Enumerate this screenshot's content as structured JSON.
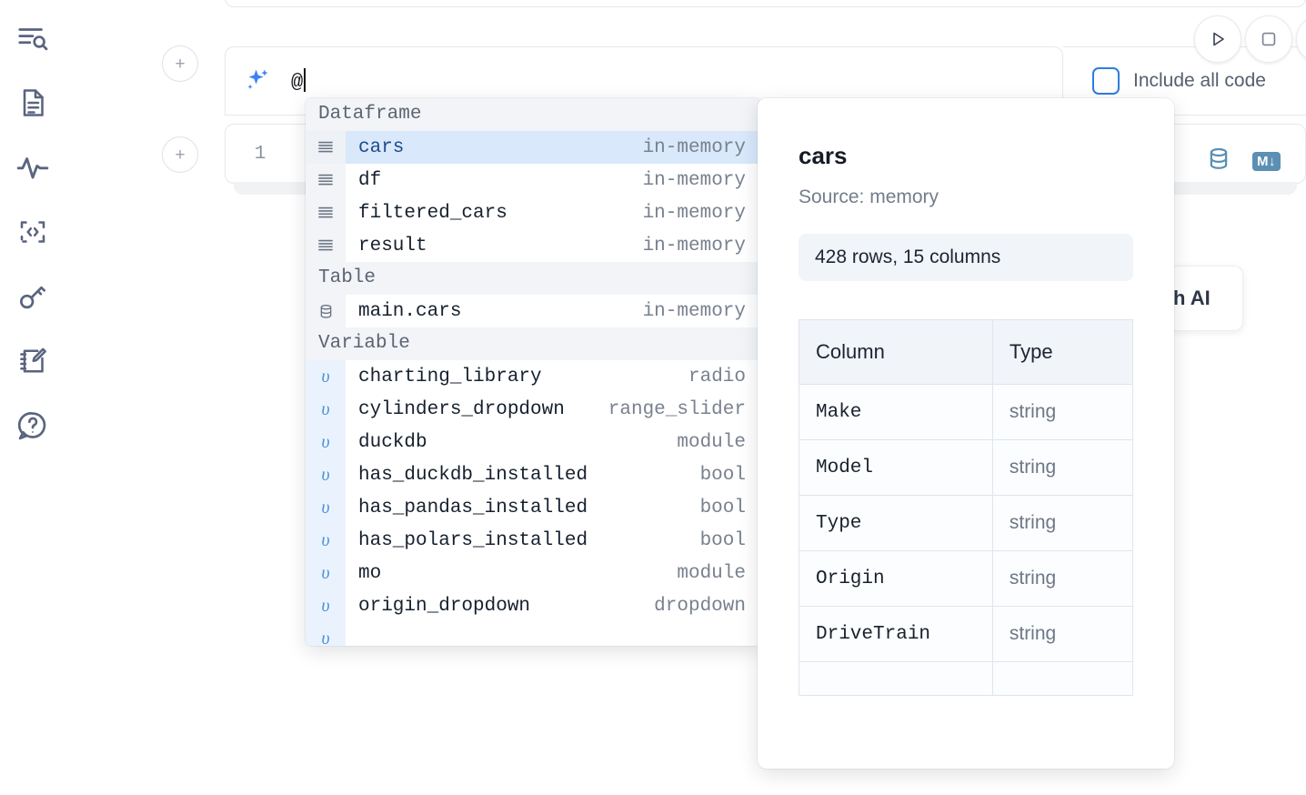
{
  "rail": {
    "items": [
      {
        "name": "explore-icon",
        "label": "Explore"
      },
      {
        "name": "file-text-icon",
        "label": "Notebook file"
      },
      {
        "name": "activity-icon",
        "label": "Activity"
      },
      {
        "name": "snippets-icon",
        "label": "Snippets"
      },
      {
        "name": "secrets-key-icon",
        "label": "Secrets"
      },
      {
        "name": "scratchpad-icon",
        "label": "Scratchpad"
      },
      {
        "name": "help-chat-icon",
        "label": "Help"
      }
    ]
  },
  "cell": {
    "add_label": "+",
    "ai_input_value": "@",
    "line_number": "1",
    "include_all_code_label": "Include all code",
    "run_label": "Run",
    "stop_label": "Stop",
    "database_icon_label": "Datasource",
    "markdown_badge": "M",
    "ai_card_text": "h AI"
  },
  "autocomplete": {
    "groups": [
      {
        "label": "Dataframe",
        "items": [
          {
            "icon": "dataframe-icon",
            "name": "cars",
            "type": "in-memory",
            "selected": true
          },
          {
            "icon": "dataframe-icon",
            "name": "df",
            "type": "in-memory",
            "selected": false
          },
          {
            "icon": "dataframe-icon",
            "name": "filtered_cars",
            "type": "in-memory",
            "selected": false
          },
          {
            "icon": "dataframe-icon",
            "name": "result",
            "type": "in-memory",
            "selected": false
          }
        ]
      },
      {
        "label": "Table",
        "items": [
          {
            "icon": "database-icon",
            "name": "main.cars",
            "type": "in-memory",
            "selected": false
          }
        ]
      },
      {
        "label": "Variable",
        "items": [
          {
            "icon": "variable-icon",
            "name": "charting_library",
            "type": "radio",
            "selected": false
          },
          {
            "icon": "variable-icon",
            "name": "cylinders_dropdown",
            "type": "range_slider",
            "selected": false
          },
          {
            "icon": "variable-icon",
            "name": "duckdb",
            "type": "module",
            "selected": false
          },
          {
            "icon": "variable-icon",
            "name": "has_duckdb_installed",
            "type": "bool",
            "selected": false
          },
          {
            "icon": "variable-icon",
            "name": "has_pandas_installed",
            "type": "bool",
            "selected": false
          },
          {
            "icon": "variable-icon",
            "name": "has_polars_installed",
            "type": "bool",
            "selected": false
          },
          {
            "icon": "variable-icon",
            "name": "mo",
            "type": "module",
            "selected": false
          },
          {
            "icon": "variable-icon",
            "name": "origin_dropdown",
            "type": "dropdown",
            "selected": false
          }
        ]
      }
    ]
  },
  "detail": {
    "title": "cars",
    "source": "Source: memory",
    "shape": "428 rows, 15 columns",
    "headers": {
      "column": "Column",
      "type": "Type"
    },
    "rows": [
      {
        "column": "Make",
        "type": "string"
      },
      {
        "column": "Model",
        "type": "string"
      },
      {
        "column": "Type",
        "type": "string"
      },
      {
        "column": "Origin",
        "type": "string"
      },
      {
        "column": "DriveTrain",
        "type": "string"
      }
    ]
  },
  "colors": {
    "accent_blue": "#3b82f6",
    "selection_blue": "#d9e9fb",
    "rail_icon": "#5a6480",
    "muted_text": "#79818f",
    "db_icon": "#5b8fb3"
  }
}
